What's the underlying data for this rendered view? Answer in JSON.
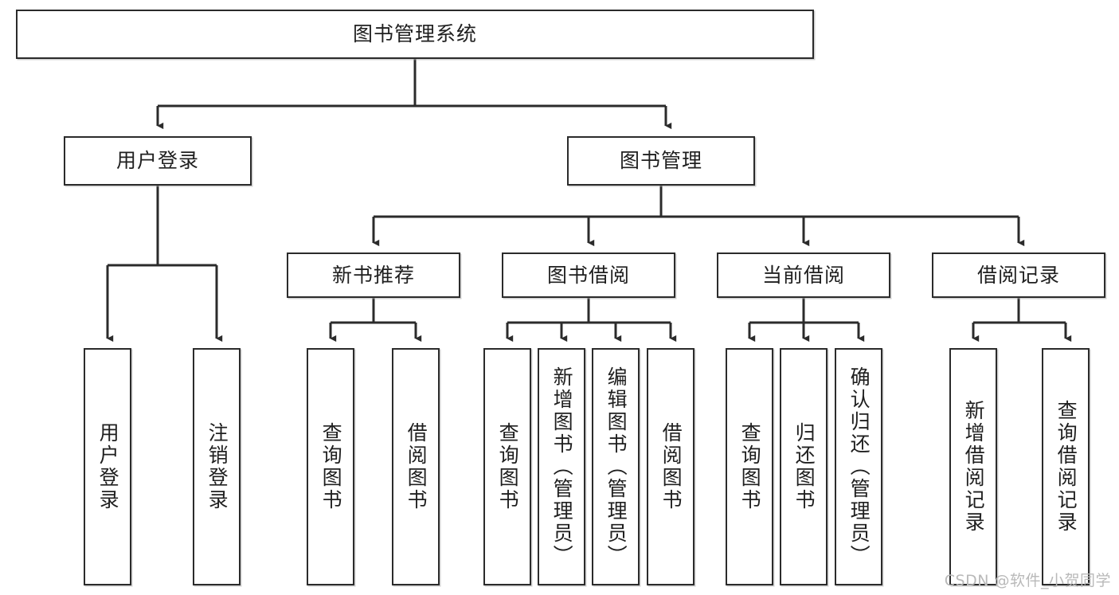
{
  "diagram": {
    "title": "图书管理系统",
    "watermark": "CSDN @软件_小贺同学",
    "line_color": "#2b2b2b",
    "box_fill": "#ffffff",
    "text_color": "#1f1f1f",
    "levels": {
      "root": {
        "label": "图书管理系统"
      },
      "level2": [
        {
          "label": "用户登录"
        },
        {
          "label": "图书管理"
        }
      ],
      "level3": [
        {
          "label": "新书推荐"
        },
        {
          "label": "图书借阅"
        },
        {
          "label": "当前借阅"
        },
        {
          "label": "借阅记录"
        }
      ],
      "leaves": {
        "user_login": [
          {
            "label": "用户登录"
          },
          {
            "label": "注销登录"
          }
        ],
        "new_book_recommend": [
          {
            "label": "查询图书"
          },
          {
            "label": "借阅图书"
          }
        ],
        "book_borrow": [
          {
            "label": "查询图书"
          },
          {
            "label": "新增图书（管理员）"
          },
          {
            "label": "编辑图书（管理员）"
          },
          {
            "label": "借阅图书"
          }
        ],
        "current_borrow": [
          {
            "label": "查询图书"
          },
          {
            "label": "归还图书"
          },
          {
            "label": "确认归还（管理员）"
          }
        ],
        "borrow_record": [
          {
            "label": "新增借阅记录"
          },
          {
            "label": "查询借阅记录"
          }
        ]
      }
    }
  }
}
